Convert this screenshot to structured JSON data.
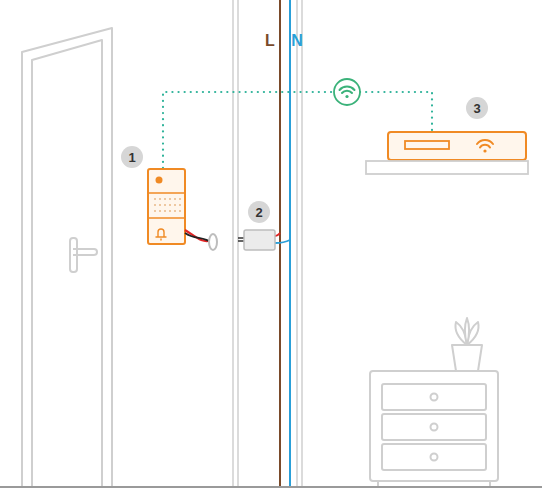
{
  "diagram": {
    "labels": [
      "L",
      "N",
      "3",
      "1",
      "2"
    ]
  }
}
